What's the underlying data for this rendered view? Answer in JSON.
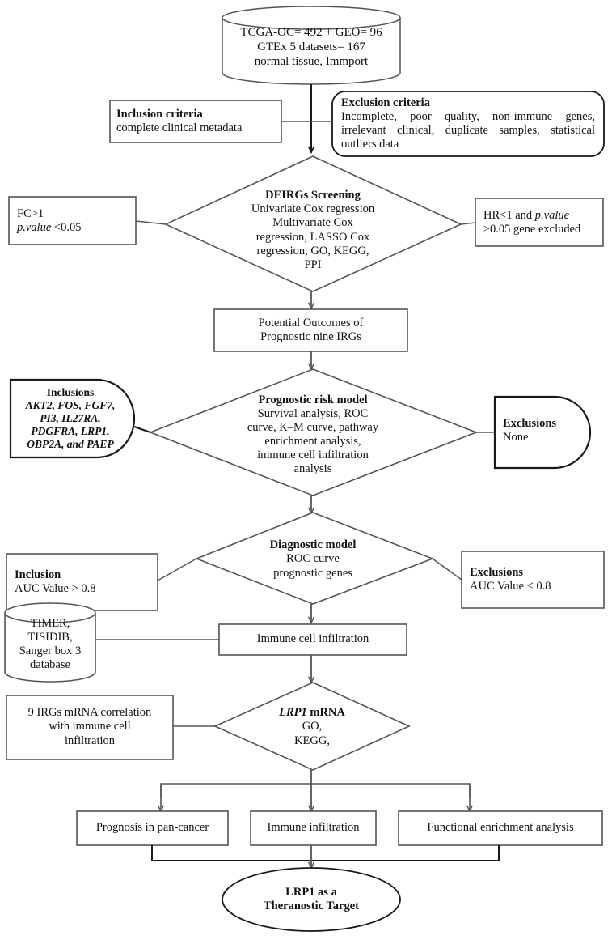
{
  "diagram": {
    "title": "Study design flowchart",
    "stroke_dark": "#1a1a1a",
    "stroke_grey": "#555555",
    "background": "#ffffff"
  },
  "nodes": {
    "data_source": {
      "shape": "cylinder",
      "line1": "TCGA-OC= 492 + GEO= 96",
      "line2": "GTEx 5 datasets= 167",
      "line3": "normal tissue,  Immport"
    },
    "inclusion_criteria": {
      "shape": "rectangle",
      "heading": "Inclusion criteria",
      "body": "complete clinical metadata"
    },
    "exclusion_criteria": {
      "shape": "rounded-rectangle",
      "heading": "Exclusion criteria",
      "body": "Incomplete, poor quality, non-immune genes, irrelevant clinical, duplicate samples, statistical outliers data"
    },
    "deirgs_screening": {
      "shape": "diamond",
      "heading": "DEIRGs Screening",
      "body": "Univariate Cox regression\nMultivariate Cox\nregression, LASSO Cox\nregression, GO, KEGG,\nPPI"
    },
    "fc_filter": {
      "shape": "rectangle",
      "line1": "FC>1",
      "line2_italic": "p.value",
      "line2_rest": " <0.05"
    },
    "hr_filter": {
      "shape": "rectangle",
      "line1_pre": "HR<1 and ",
      "line1_italic": "p.value",
      "line2": "≥0.05 gene excluded"
    },
    "potential_outcomes": {
      "shape": "rectangle",
      "line1": "Potential Outcomes of",
      "line2": "Prognostic nine IRGs"
    },
    "prognostic_inclusions": {
      "shape": "d-shape-right",
      "heading": "Inclusions",
      "genes": "AKT2, FOS, FGF7,\nPI3,  IL27RA,\nPDGFRA, LRP1,\nOBP2A, and PAEP"
    },
    "prognostic_risk_model": {
      "shape": "diamond",
      "heading": "Prognostic risk model",
      "body": "Survival analysis, ROC\ncurve, K–M curve, pathway\nenrichment analysis,\nimmune cell infiltration\nanalysis"
    },
    "prognostic_exclusions": {
      "shape": "d-shape-right",
      "heading": "Exclusions",
      "body": "None"
    },
    "diagnostic_inclusion": {
      "shape": "rectangle",
      "heading": "Inclusion",
      "body": "AUC Value > 0.8"
    },
    "diagnostic_model": {
      "shape": "diamond",
      "heading": "Diagnostic model",
      "body": "ROC curve\nprognostic genes"
    },
    "diagnostic_exclusions": {
      "shape": "rectangle",
      "heading": "Exclusions",
      "body": "AUC Value < 0.8"
    },
    "database_cylinder": {
      "shape": "cylinder",
      "body": "TIMER,\nTISIDIB,\nSanger box 3\ndatabase"
    },
    "immune_cell_infiltration": {
      "shape": "rectangle",
      "label": "Immune cell infiltration"
    },
    "irgs_correlation": {
      "shape": "rectangle",
      "body": "9 IRGs mRNA correlation\nwith immune cell\ninfiltration"
    },
    "lrp1_mrna": {
      "shape": "diamond",
      "heading_italic": "LRP1",
      "heading_rest": " mRNA",
      "body": "GO,\nKEGG,"
    },
    "prognosis_pan_cancer": {
      "shape": "rectangle",
      "label": "Prognosis in pan-cancer"
    },
    "immune_infiltration": {
      "shape": "rectangle",
      "label": "Immune infiltration"
    },
    "functional_enrichment": {
      "shape": "rectangle",
      "label": "Functional enrichment analysis"
    },
    "final_outcome": {
      "shape": "ellipse",
      "line1": "LRP1 as a",
      "line2": "Theranostic  Target"
    }
  }
}
